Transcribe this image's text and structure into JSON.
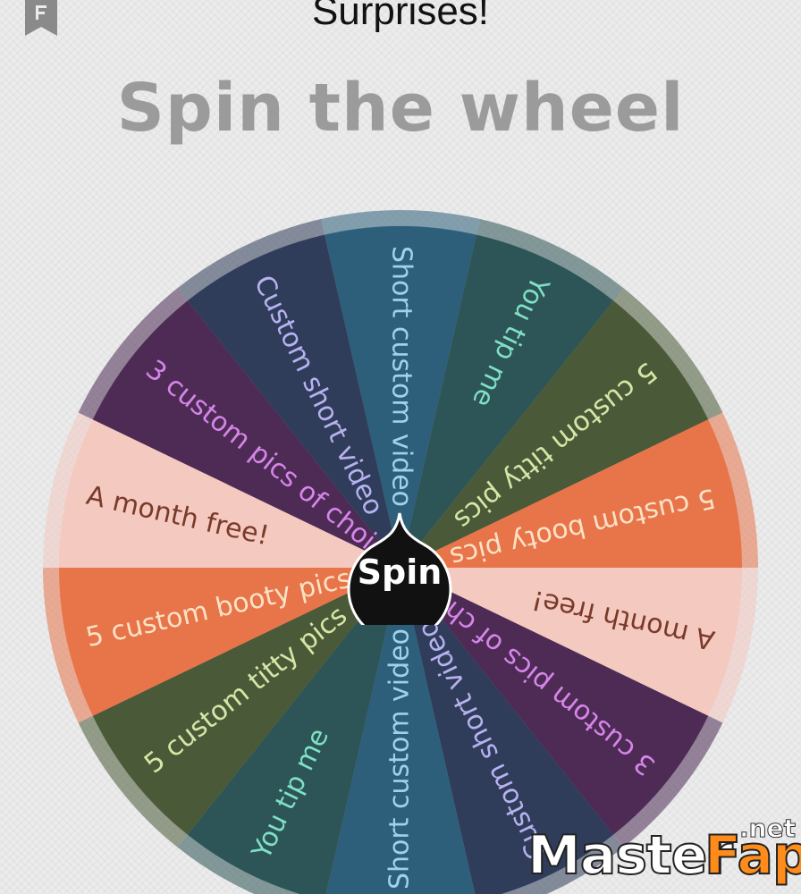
{
  "header": {
    "title": "Surprises!"
  },
  "page": {
    "title": "Spin the wheel"
  },
  "wheel": {
    "segments": [
      {
        "label": "Short custom video",
        "color": "#2e5f7a",
        "text_color": "#9fd1ee"
      },
      {
        "label": "You tip me",
        "color": "#2d5456",
        "text_color": "#7fe0c4"
      },
      {
        "label": "5 custom titty pics",
        "color": "#4a5a38",
        "text_color": "#d7e6a6"
      },
      {
        "label": "5 custom booty pics",
        "color": "#e8744a",
        "text_color": "#fbe2c5"
      },
      {
        "label": "A month free!",
        "color": "#f3c9c0",
        "text_color": "#7a3a2a"
      },
      {
        "label": "3 custom pics of choice",
        "color": "#4d2b55",
        "text_color": "#d685e8"
      },
      {
        "label": "Custom short video",
        "color": "#303d5a",
        "text_color": "#b7b2f0"
      },
      {
        "label": "Short custom video",
        "color": "#2e5f7a",
        "text_color": "#9fd1ee"
      },
      {
        "label": "You tip me",
        "color": "#2d5456",
        "text_color": "#7fe0c4"
      },
      {
        "label": "5 custom titty pics",
        "color": "#4a5a38",
        "text_color": "#d7e6a6"
      },
      {
        "label": "5 custom booty pics",
        "color": "#e8744a",
        "text_color": "#fbe2c5"
      },
      {
        "label": "A month free!",
        "color": "#f3c9c0",
        "text_color": "#7a3a2a"
      },
      {
        "label": "3 custom pics of choice",
        "color": "#4d2b55",
        "text_color": "#d685e8"
      },
      {
        "label": "Custom short video",
        "color": "#303d5a",
        "text_color": "#b7b2f0"
      }
    ]
  },
  "spin_button": {
    "label": "Spin"
  },
  "watermark": {
    "master": "Master",
    "fap": "Fap",
    "net": ".net"
  }
}
